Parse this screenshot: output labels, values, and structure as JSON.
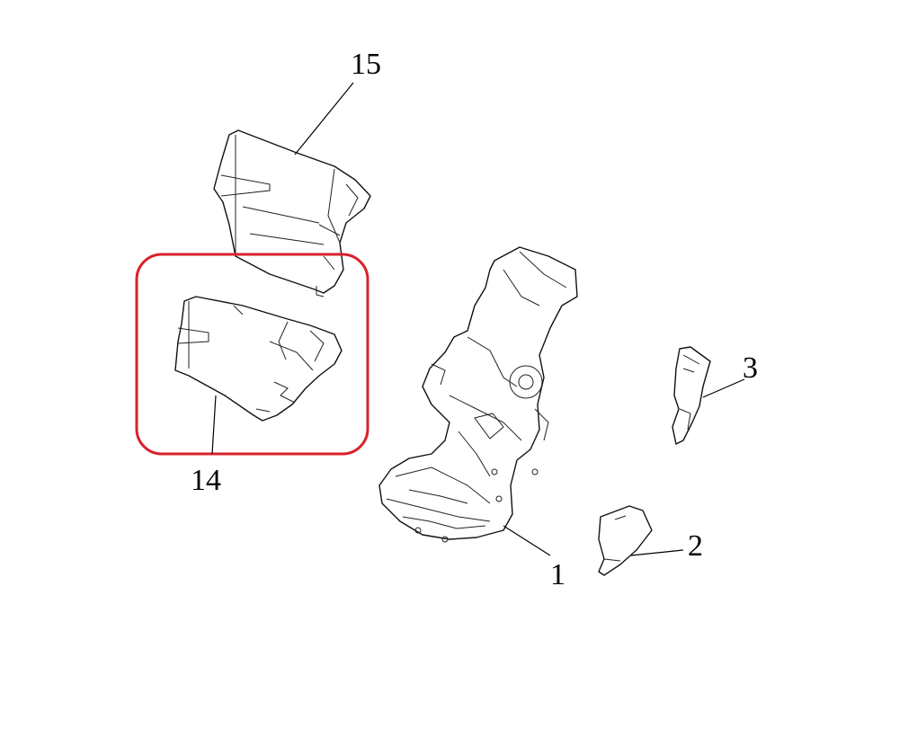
{
  "callouts": {
    "part_15": "15",
    "part_14": "14",
    "part_3": "3",
    "part_2": "2",
    "part_1": "1"
  },
  "colors": {
    "highlight": "#d9212b",
    "line": "#000000",
    "background": "#ffffff"
  }
}
